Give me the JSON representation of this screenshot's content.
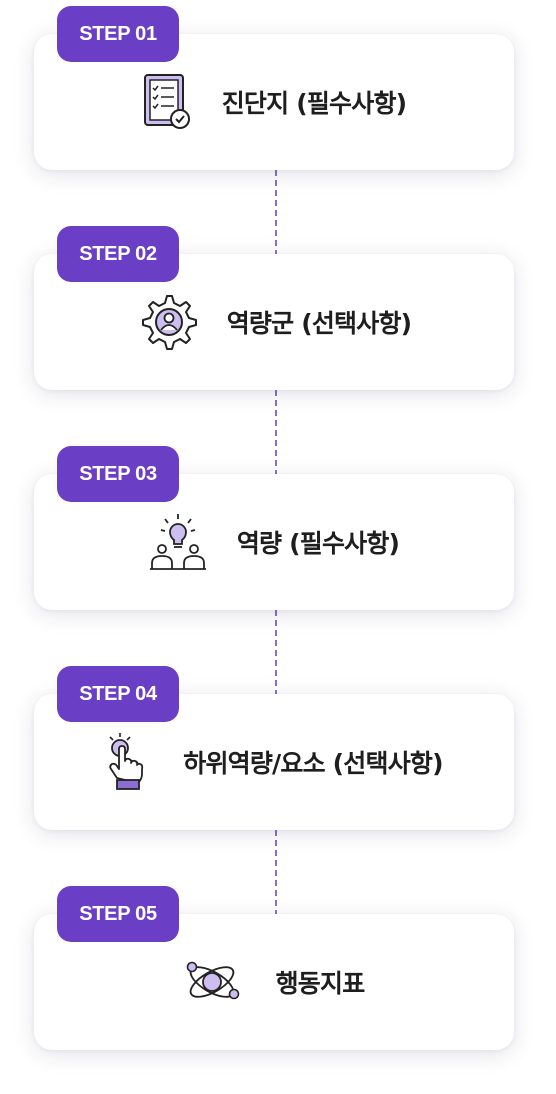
{
  "colors": {
    "accent": "#6a3fc6",
    "icon_fill": "#cdbdf0",
    "connector": "#8a6fd1"
  },
  "steps": [
    {
      "badge": "STEP 01",
      "label": "진단지 (필수사항)",
      "icon": "checklist-icon"
    },
    {
      "badge": "STEP 02",
      "label": "역량군 (선택사항)",
      "icon": "gear-person-icon"
    },
    {
      "badge": "STEP 03",
      "label": "역량 (필수사항)",
      "icon": "lightbulb-people-icon"
    },
    {
      "badge": "STEP 04",
      "label": "하위역량/요소 (선택사항)",
      "icon": "pointer-hand-icon"
    },
    {
      "badge": "STEP 05",
      "label": "행동지표",
      "icon": "atom-icon"
    }
  ]
}
